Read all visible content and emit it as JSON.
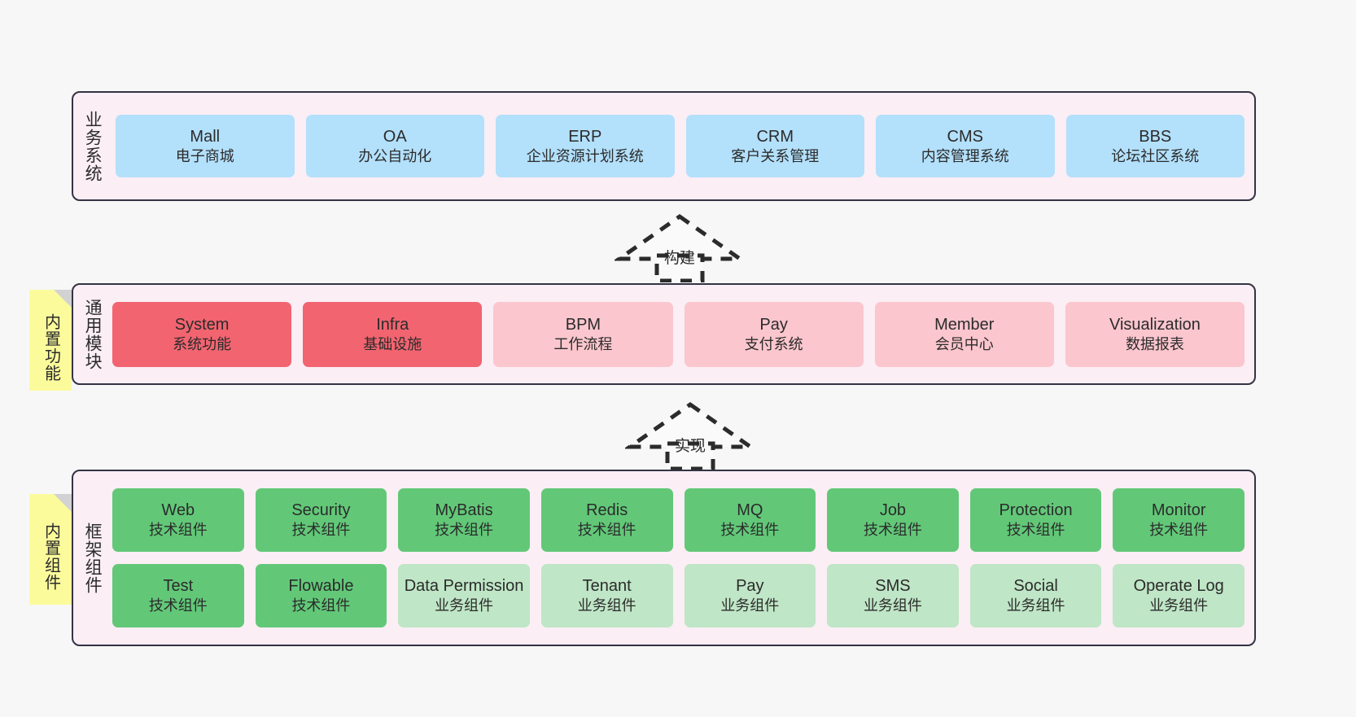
{
  "diagram": {
    "background_color": "#f7f7f7",
    "panel_color": "#fbeef5",
    "panel_border_color": "#333344"
  },
  "notes": [
    {
      "name": "builtin-functions",
      "label": "内置功能",
      "color": "#fbfb9c"
    },
    {
      "name": "builtin-components",
      "label": "内置组件",
      "color": "#fbfb9c"
    }
  ],
  "layers": [
    {
      "name": "business-systems",
      "label": "业务系统",
      "card_color": "#b3e0fb",
      "rows": [
        [
          {
            "title": "Mall",
            "subtitle": "电子商城",
            "style": "blue"
          },
          {
            "title": "OA",
            "subtitle": "办公自动化",
            "style": "blue"
          },
          {
            "title": "ERP",
            "subtitle": "企业资源计划系统",
            "style": "blue"
          },
          {
            "title": "CRM",
            "subtitle": "客户关系管理",
            "style": "blue"
          },
          {
            "title": "CMS",
            "subtitle": "内容管理系统",
            "style": "blue"
          },
          {
            "title": "BBS",
            "subtitle": "论坛社区系统",
            "style": "blue"
          }
        ]
      ]
    },
    {
      "name": "common-modules",
      "label": "通用模块",
      "card_color": "#fbc6ce",
      "accent_color": "#f26470",
      "rows": [
        [
          {
            "title": "System",
            "subtitle": "系统功能",
            "style": "red"
          },
          {
            "title": "Infra",
            "subtitle": "基础设施",
            "style": "red"
          },
          {
            "title": "BPM",
            "subtitle": "工作流程",
            "style": "pink"
          },
          {
            "title": "Pay",
            "subtitle": "支付系统",
            "style": "pink"
          },
          {
            "title": "Member",
            "subtitle": "会员中心",
            "style": "pink"
          },
          {
            "title": "Visualization",
            "subtitle": "数据报表",
            "style": "pink"
          }
        ]
      ]
    },
    {
      "name": "framework-components",
      "label": "框架组件",
      "card_color": "#62c878",
      "accent_color": "#bfe6c6",
      "rows": [
        [
          {
            "title": "Web",
            "subtitle": "技术组件",
            "style": "green"
          },
          {
            "title": "Security",
            "subtitle": "技术组件",
            "style": "green"
          },
          {
            "title": "MyBatis",
            "subtitle": "技术组件",
            "style": "green"
          },
          {
            "title": "Redis",
            "subtitle": "技术组件",
            "style": "green"
          },
          {
            "title": "MQ",
            "subtitle": "技术组件",
            "style": "green"
          },
          {
            "title": "Job",
            "subtitle": "技术组件",
            "style": "green"
          },
          {
            "title": "Protection",
            "subtitle": "技术组件",
            "style": "green"
          },
          {
            "title": "Monitor",
            "subtitle": "技术组件",
            "style": "green"
          }
        ],
        [
          {
            "title": "Test",
            "subtitle": "技术组件",
            "style": "green"
          },
          {
            "title": "Flowable",
            "subtitle": "技术组件",
            "style": "green"
          },
          {
            "title": "Data Permission",
            "subtitle": "业务组件",
            "style": "lgreen"
          },
          {
            "title": "Tenant",
            "subtitle": "业务组件",
            "style": "lgreen"
          },
          {
            "title": "Pay",
            "subtitle": "业务组件",
            "style": "lgreen"
          },
          {
            "title": "SMS",
            "subtitle": "业务组件",
            "style": "lgreen"
          },
          {
            "title": "Social",
            "subtitle": "业务组件",
            "style": "lgreen"
          },
          {
            "title": "Operate Log",
            "subtitle": "业务组件",
            "style": "lgreen"
          }
        ]
      ]
    }
  ],
  "arrows": [
    {
      "name": "build-arrow",
      "label": "构建",
      "direction": "up",
      "style": "dashed"
    },
    {
      "name": "realize-arrow",
      "label": "实现",
      "direction": "up",
      "style": "dashed"
    }
  ]
}
